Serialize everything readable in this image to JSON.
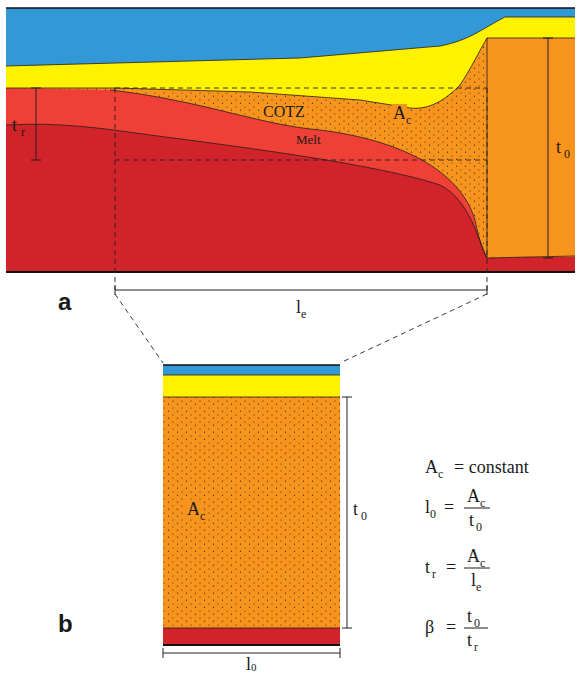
{
  "diagram": {
    "labels": [
      "t",
      "r",
      "t",
      "0",
      "COTZ",
      "A",
      "c",
      "Melt",
      "a",
      "l",
      "e",
      "b",
      "A",
      "c",
      "t",
      "0",
      "l",
      "0",
      "A",
      "c",
      "= constant",
      "l",
      "0",
      "=",
      "A",
      "c",
      "t",
      "0",
      "t",
      "r",
      "=",
      "A",
      "c",
      "l",
      "e",
      "β",
      "=",
      "t",
      "0",
      "t",
      "r"
    ]
  }
}
